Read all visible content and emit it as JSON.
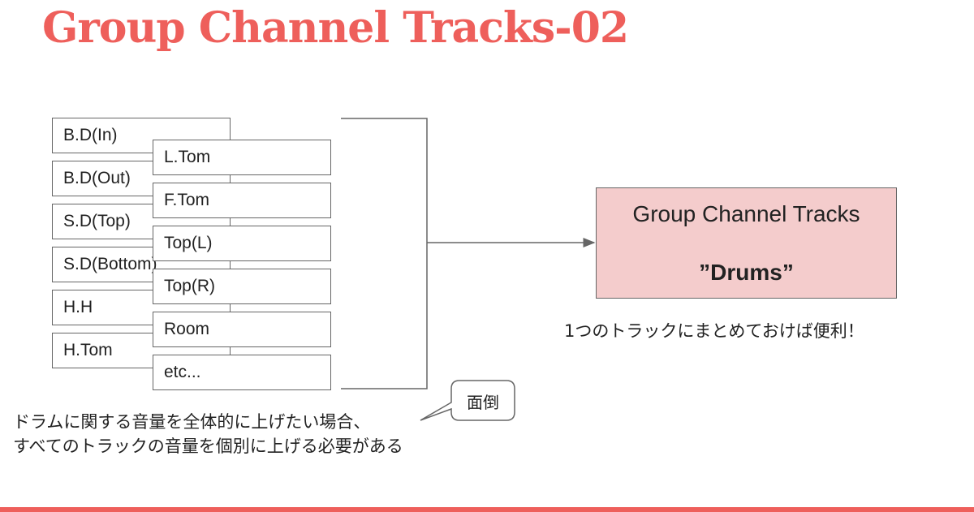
{
  "title": "Group Channel Tracks-02",
  "tracks_left": [
    "B.D(In)",
    "B.D(Out)",
    "S.D(Top)",
    "S.D(Bottom)",
    "H.H",
    "H.Tom"
  ],
  "tracks_right": [
    "L.Tom",
    "F.Tom",
    "Top(L)",
    "Top(R)",
    "Room",
    "etc..."
  ],
  "group": {
    "title": "Group Channel Tracks",
    "name": "”Drums”",
    "caption": "1つのトラックにまとめておけば便利！"
  },
  "note": {
    "line1": "ドラムに関する音量を全体的に上げたい場合、",
    "line2": "すべてのトラックの音量を個別に上げる必要がある"
  },
  "callout": "面倒",
  "colors": {
    "accent": "#ee5f5b",
    "group_fill": "#f4cccc",
    "border": "#666666"
  }
}
